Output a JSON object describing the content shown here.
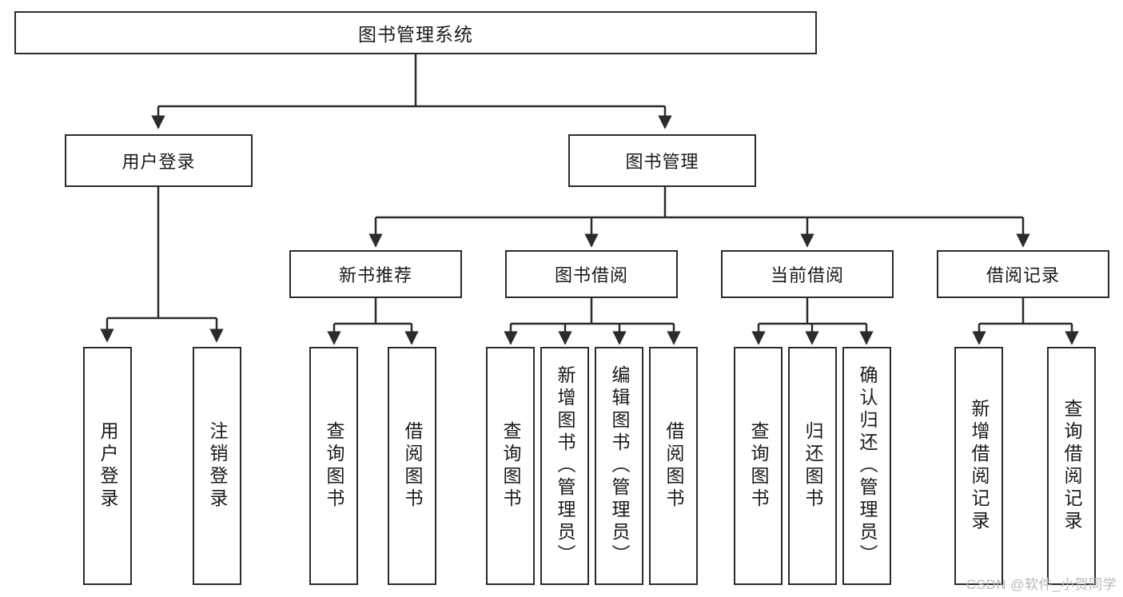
{
  "diagram": {
    "title": "图书管理系统",
    "type": "tree-hierarchy",
    "root": {
      "label": "图书管理系统"
    },
    "level2": [
      {
        "label": "用户登录"
      },
      {
        "label": "图书管理"
      }
    ],
    "level3": [
      {
        "label": "新书推荐"
      },
      {
        "label": "图书借阅"
      },
      {
        "label": "当前借阅"
      },
      {
        "label": "借阅记录"
      }
    ],
    "leaves": {
      "user_login": [
        {
          "label": "用户登录"
        },
        {
          "label": "注销登录"
        }
      ],
      "new_book_recommend": [
        {
          "label": "查询图书"
        },
        {
          "label": "借阅图书"
        }
      ],
      "book_borrow": [
        {
          "label": "查询图书"
        },
        {
          "label": "新增图书（管理员）"
        },
        {
          "label": "编辑图书（管理员）"
        },
        {
          "label": "借阅图书"
        }
      ],
      "current_borrow": [
        {
          "label": "查询图书"
        },
        {
          "label": "归还图书"
        },
        {
          "label": "确认归还（管理员）"
        }
      ],
      "borrow_record": [
        {
          "label": "新增借阅记录"
        },
        {
          "label": "查询借阅记录"
        }
      ]
    }
  },
  "watermark": {
    "text": "CSDN @软件_小贺同学"
  },
  "colors": {
    "stroke": "#2b2b2b",
    "fill": "#ffffff",
    "text": "#1a1a1a",
    "watermark": "#b9b9b9"
  }
}
